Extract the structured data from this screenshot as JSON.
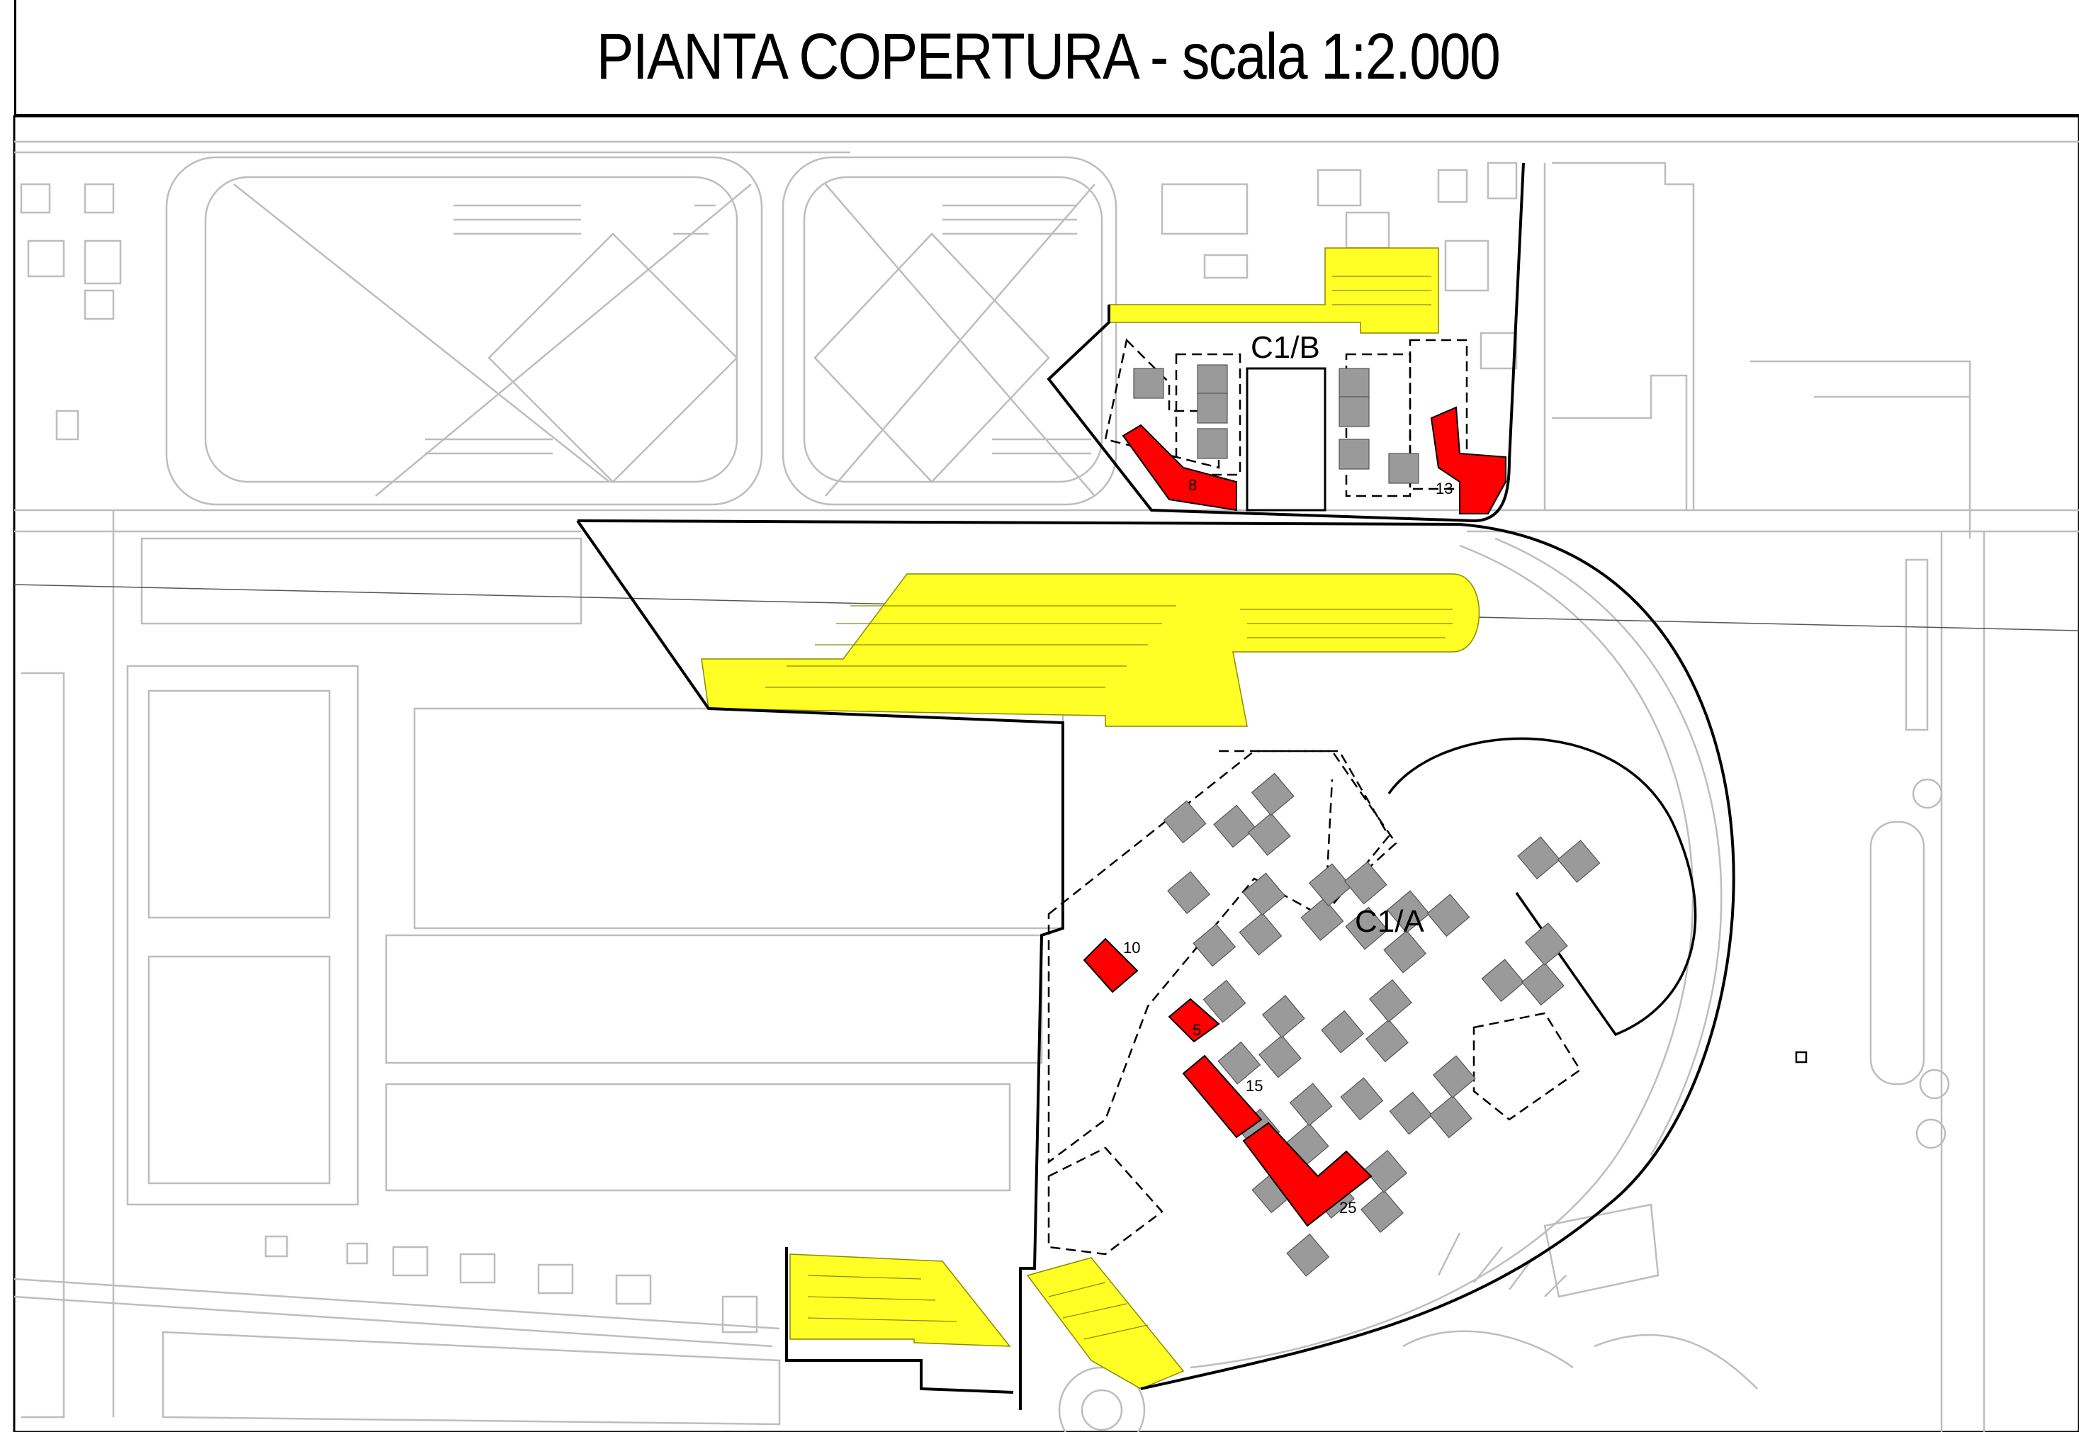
{
  "title": "PIANTA COPERTURA - scala 1:2.000",
  "colors": {
    "highlight_yellow": "#ffff26",
    "highlight_red": "#ff0000",
    "building_grey": "#9a9a9a",
    "base_lines": "#bdbdbd",
    "boundary": "#000000"
  },
  "zones": [
    {
      "name": "C1/B"
    },
    {
      "name": "C1/A"
    }
  ],
  "building_numbers": [
    "8",
    "13",
    "10",
    "5",
    "15",
    "25"
  ]
}
